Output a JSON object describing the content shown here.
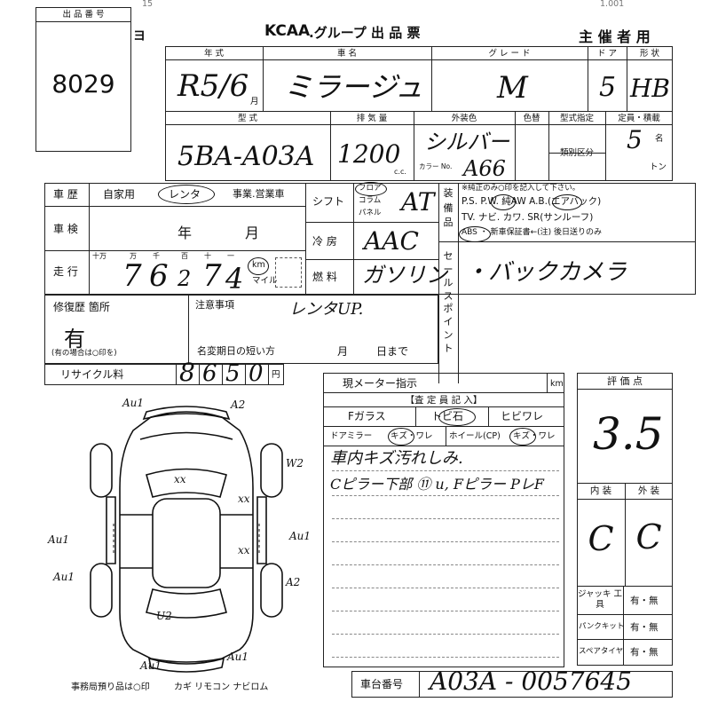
{
  "top": {
    "corner_left": "15",
    "corner_right": "1.001",
    "logo": "KCAA",
    "title": ".グループ  出 品 票",
    "organizer": "主 催 者 用",
    "side_mark": "ヨ"
  },
  "lot": {
    "label": "出 品 番 号",
    "number": "8029"
  },
  "headers": {
    "year": "年   式",
    "name": "車     名",
    "grade": "グ レ ー ド",
    "doors": "ド ア",
    "shape": "形 状",
    "model": "型     式",
    "displacement": "排 気 量",
    "exterior": "外装色",
    "color_change": "色替",
    "model_designation": "型式指定",
    "category": "類別区分",
    "capacity": "定員・積載"
  },
  "values": {
    "year": "R5/6",
    "year_month_unit": "月",
    "car_name": "ミラージュ",
    "grade": "M",
    "doors": "5",
    "shape": "HB",
    "model": "5BA-A03A",
    "displacement": "1200",
    "cc": "c.c.",
    "exterior": "シルバー",
    "color_label": "カラー No.",
    "color_no": "A66",
    "capacity": "5",
    "capacity_unit": "名",
    "load_unit": "トン"
  },
  "history": {
    "label": "車 歴",
    "private": "自家用",
    "rental": "レンタ",
    "business": "事業.営業車",
    "inspection_label": "車 検",
    "inspection_year": "年",
    "inspection_month": "月",
    "mileage_label": "走 行",
    "mileage_units": [
      "十万",
      "万",
      "千",
      "百",
      "十",
      "一"
    ],
    "mileage_digits": [
      "7",
      "6",
      "2",
      "7",
      "4"
    ],
    "km": "km",
    "mile": "マイル"
  },
  "specs": {
    "shift_label": "シフト",
    "shift_options": [
      "フロア",
      "コラム",
      "パネル"
    ],
    "shift_value": "AT",
    "ac_label": "冷 房",
    "ac_value": "AAC",
    "fuel_label": "燃 料",
    "fuel_value": "ガソリン"
  },
  "equipment": {
    "label": "装 備 品",
    "note": "※純正のみ○印を記入して下さい。",
    "row1": "P.S.  P.W.  純AW  A.B.(エアバック)",
    "row2": "TV.  ナビ.  カワ.  SR(サンルーフ)",
    "row3": "ABS ・ 新車保証書←(注) 後日送りのみ"
  },
  "sales_point": {
    "label": "セールスポイント",
    "value": "・バックカメラ"
  },
  "repair": {
    "label": "修復歴 箇所",
    "value": "有",
    "note": "(有の場合は○印を)"
  },
  "notes": {
    "label": "注意事項",
    "value": "レンタUP.",
    "name_change_label": "名変期日の短い方",
    "month": "月",
    "day_until": "日まで"
  },
  "recycle": {
    "label": "リサイクル料",
    "digits": [
      "8",
      "6",
      "5",
      "0"
    ],
    "unit": "円"
  },
  "meter": {
    "label": "現メーター指示",
    "unit": "km"
  },
  "inspector": {
    "title": "【査 定 員 記 入】",
    "f_glass": "Fガラス",
    "chip": "トビ石",
    "crack": "ヒビワレ",
    "mirror": "ドアミラー",
    "mirror_damage": "キズ・ワレ",
    "wheel": "ホイール(CP)",
    "wheel_damage": "キズ・ワレ",
    "line1": "車内キズ汚れしみ.",
    "line2": "Cピラー下部 ⑪ u, Fピラー PレF",
    "lines": [
      "",
      "",
      "",
      "",
      "",
      "",
      "",
      "",
      ""
    ]
  },
  "evaluation": {
    "label": "評 価 点",
    "score": "3.5",
    "interior_label": "内 装",
    "exterior_label": "外 装",
    "interior": "C",
    "exterior": "C"
  },
  "tools": {
    "jack_label": "ジャッキ 工 具",
    "jack_value": "有・無",
    "puncture_label": "パンクキット",
    "puncture_value": "有・無",
    "spare_label": "スペアタイヤ",
    "spare_value": "有・無"
  },
  "bottom": {
    "office_note": "事務局預り品は○印",
    "items": "カギ  リモコン  ナビロム",
    "chassis_label": "車台番号",
    "chassis_value": "A03A - 0057645"
  },
  "diagram": {
    "marks": [
      "Au1",
      "A2",
      "W2",
      "xx",
      "xx",
      "xx",
      "Au1",
      "Au1",
      "Au1",
      "A2",
      "U2",
      "Au1",
      "Au1"
    ]
  }
}
